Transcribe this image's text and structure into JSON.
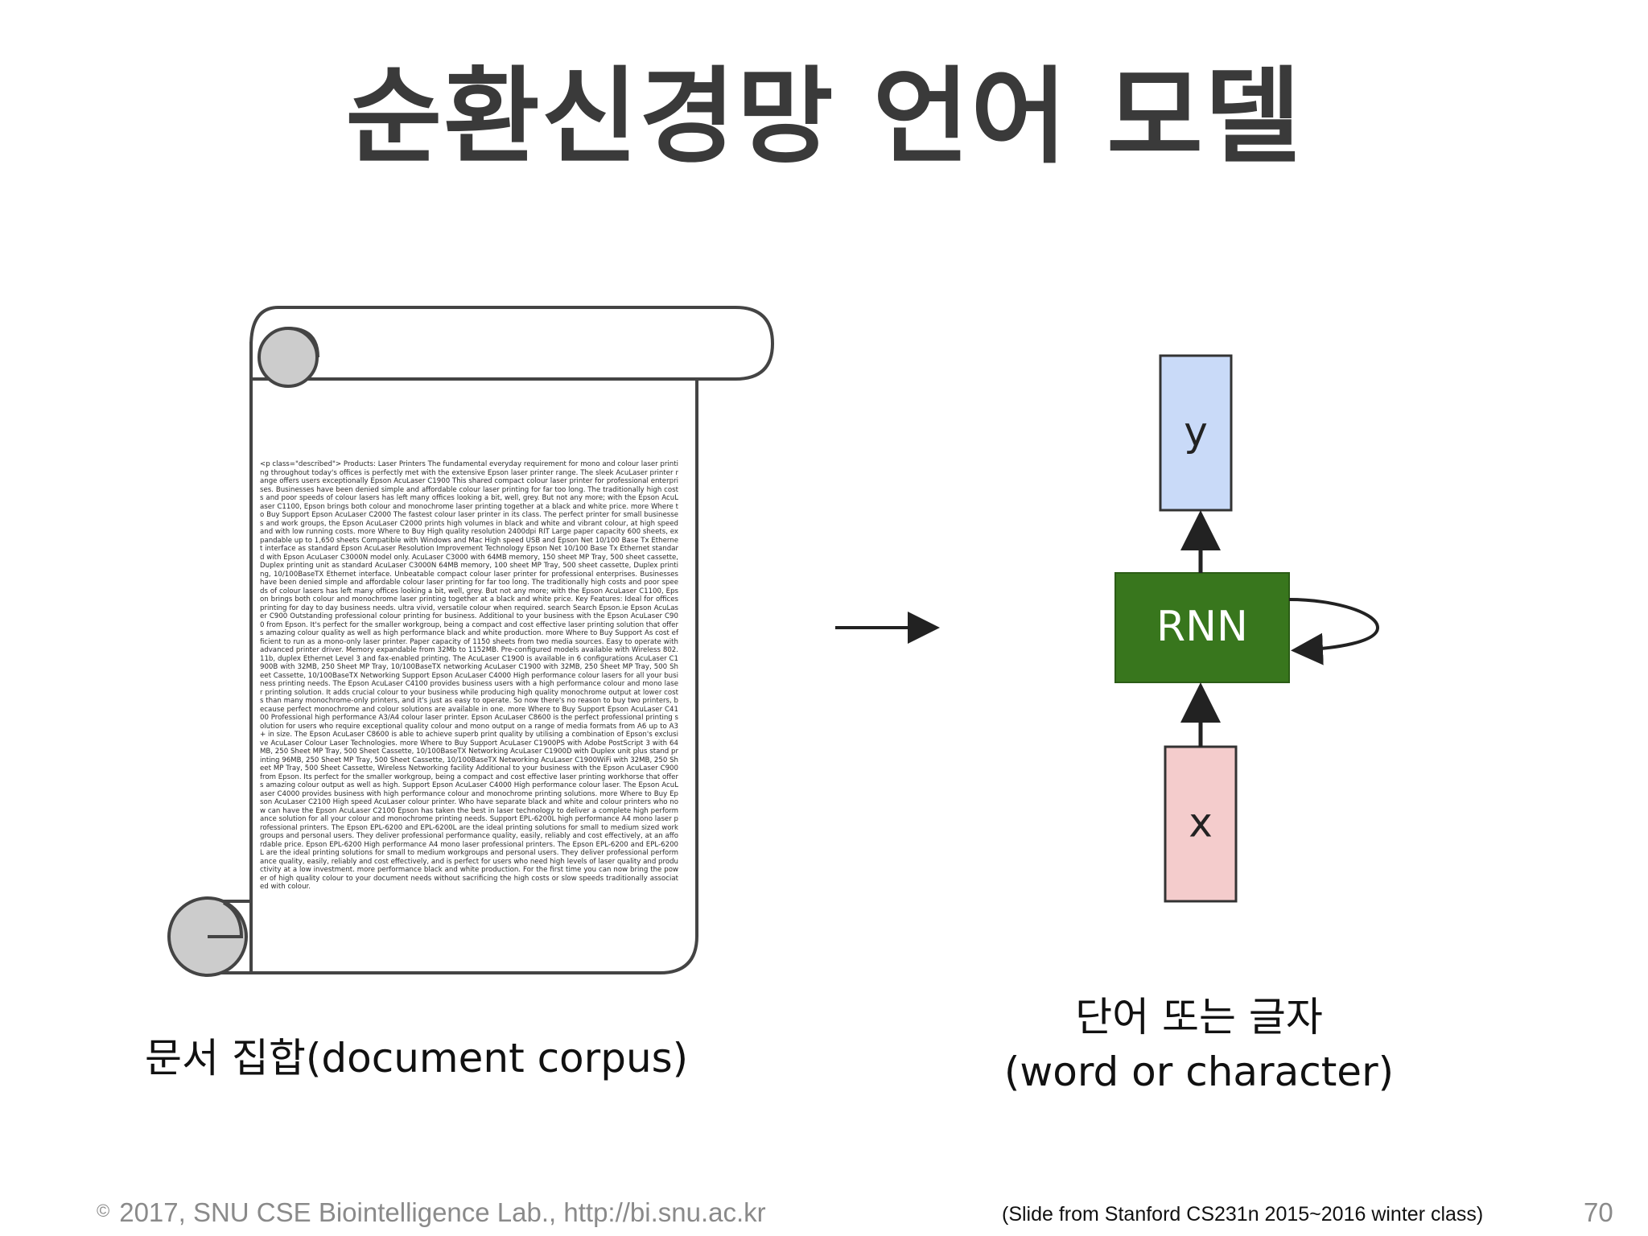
{
  "title": "순환신경망 언어 모델",
  "corpus": {
    "caption": "문서 집합(document corpus)",
    "text": "<p class=\"described\"> Products: Laser Printers The fundamental everyday requirement for mono and colour laser printing throughout today's offices is perfectly met with the extensive Epson laser printer range. The sleek AcuLaser printer range offers users exceptionally Epson AcuLaser C1900 This shared compact colour laser printer for professional enterprises. Businesses have been denied simple and affordable colour laser printing for far too long. The traditionally high costs and poor speeds of colour lasers has left many offices looking a bit, well, grey. But not any more; with the Epson AcuLaser C1100, Epson brings both colour and monochrome laser printing together at a black and white price. more Where to Buy Support Epson AcuLaser C2000 The fastest colour laser printer in its class. The perfect printer for small businesses and work groups, the Epson AcuLaser C2000 prints high volumes in black and white and vibrant colour, at high speed and with low running costs. more Where to Buy High quality resolution 2400dpi RIT Large paper capacity 600 sheets, expandable up to 1,650 sheets Compatible with Windows and Mac High speed USB and Epson Net 10/100 Base Tx Ethernet interface as standard Epson AcuLaser Resolution Improvement Technology Epson Net 10/100 Base Tx Ethernet standard with Epson AcuLaser C3000N model only. AcuLaser C3000 with 64MB memory, 150 sheet MP Tray, 500 sheet cassette, Duplex printing unit as standard AcuLaser C3000N 64MB memory, 100 sheet MP Tray, 500 sheet cassette, Duplex printing, 10/100BaseTX Ethernet interface. Unbeatable compact colour laser printer for professional enterprises. Businesses have been denied simple and affordable colour laser printing for far too long. The traditionally high costs and poor speeds of colour lasers has left many offices looking a bit, well, grey. But not any more; with the Epson AcuLaser C1100, Epson brings both colour and monochrome laser printing together at a black and white price. Key Features: Ideal for offices printing for day to day business needs. ultra vivid, versatile colour when required. search Search Epson.ie Epson AcuLaser C900 Outstanding professional colour printing for business. Additional to your business with the Epson AcuLaser C900 from Epson. It's perfect for the smaller workgroup, being a compact and cost effective laser printing solution that offers amazing colour quality as well as high performance black and white production. more Where to Buy Support As cost efficient to run as a mono-only laser printer. Paper capacity of 1150 sheets from two media sources. Easy to operate with advanced printer driver. Memory expandable from 32Mb to 1152MB. Pre-configured models available with Wireless 802.11b, duplex Ethernet Level 3 and fax-enabled printing. The AcuLaser C1900 is available in 6 configurations AcuLaser C1900B with 32MB, 250 Sheet MP Tray, 10/100BaseTX networking AcuLaser C1900 with 32MB, 250 Sheet MP Tray, 500 Sheet Cassette, 10/100BaseTX Networking Support Epson AcuLaser C4000 High performance colour lasers for all your business printing needs. The Epson AcuLaser C4100 provides business users with a high performance colour and mono laser printing solution. It adds crucial colour to your business while producing high quality monochrome output at lower costs than many monochrome-only printers, and it's just as easy to operate. So now there's no reason to buy two printers, because perfect monochrome and colour solutions are available in one. more Where to Buy Support Epson AcuLaser C4100 Professional high performance A3/A4 colour laser printer. Epson AcuLaser C8600 is the perfect professional printing solution for users who require exceptional quality colour and mono output on a range of media formats from A6 up to A3+ in size. The Epson AcuLaser C8600 is able to achieve superb print quality by utilising a combination of Epson's exclusive AcuLaser Colour Laser Technologies. more Where to Buy Support AcuLaser C1900PS with Adobe PostScript 3 with 64MB, 250 Sheet MP Tray, 500 Sheet Cassette, 10/100BaseTX Networking AcuLaser C1900D with Duplex unit plus stand printing 96MB, 250 Sheet MP Tray, 500 Sheet Cassette, 10/100BaseTX Networking AcuLaser C1900WiFi with 32MB, 250 Sheet MP Tray, 500 Sheet Cassette, Wireless Networking facility Additional to your business with the Epson AcuLaser C900 from Epson. Its perfect for the smaller workgroup, being a compact and cost effective laser printing workhorse that offers amazing colour output as well as high. Support Epson AcuLaser C4000 High performance colour laser. The Epson AcuLaser C4000 provides business with high performance colour and monochrome printing solutions. more Where to Buy Epson AcuLaser C2100 High speed AcuLaser colour printer. Who have separate black and white and colour printers who now can have the Epson AcuLaser C2100 Epson has taken the best in laser technology to deliver a complete high performance solution for all your colour and monochrome printing needs. Support EPL-6200L high performance A4 mono laser professional printers. The Epson EPL-6200 and EPL-6200L are the ideal printing solutions for small to medium sized workgroups and personal users. They deliver professional performance quality, easily, reliably and cost effectively, at an affordable price. Epson EPL-6200 High performance A4 mono laser professional printers. The Epson EPL-6200 and EPL-6200L are the ideal printing solutions for small to medium workgroups and personal users. They deliver professional performance quality, easily, reliably and cost effectively, and is perfect for users who need high levels of laser quality and productivity at a low investment. more performance black and white production. For the first time you can now bring the power of high quality colour to your document needs without sacrificing the high costs or slow speeds traditionally associated with colour."
  },
  "rnn": {
    "output_label": "y",
    "cell_label": "RNN",
    "input_label": "x",
    "caption_line1": "단어 또는 글자",
    "caption_line2": "(word or character)"
  },
  "colors": {
    "output_fill": "#c9daf8",
    "cell_fill": "#38761d",
    "input_fill": "#f4cccc",
    "scroll_curl": "#cccccc",
    "stroke": "#222222"
  },
  "footer": {
    "copyright_symbol": "©",
    "credit": "2017, SNU CSE Biointelligence Lab., http://bi.snu.ac.kr",
    "source": "(Slide from Stanford CS231n 2015~2016 winter class)",
    "page_number": "70"
  }
}
